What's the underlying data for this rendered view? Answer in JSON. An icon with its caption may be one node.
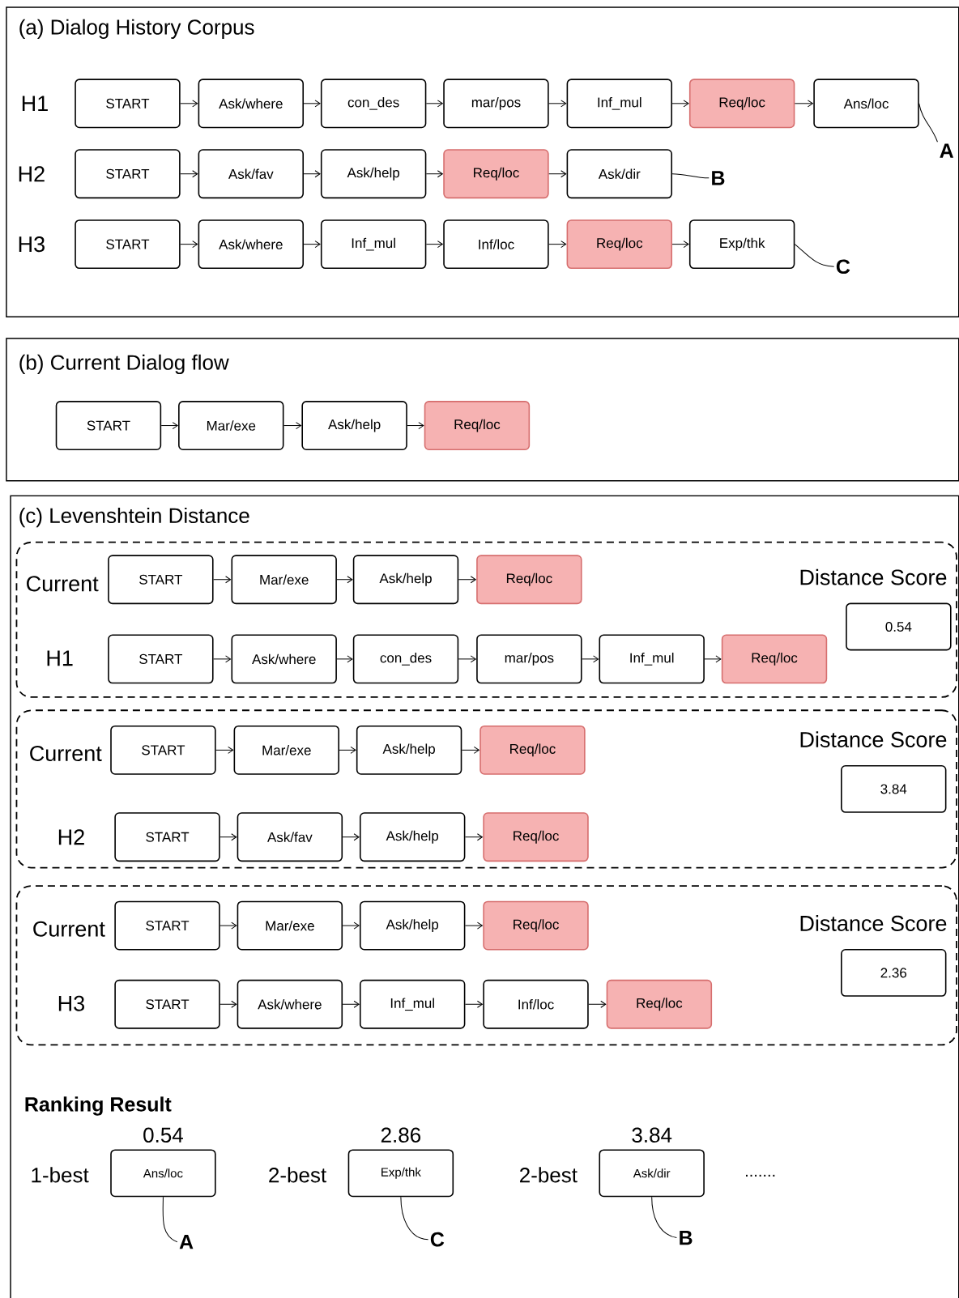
{
  "diagram": {
    "nodes": [
      {
        "text": [
          "(a) Dialog History Corpus"
        ]
      },
      {
        "text": [
          "START"
        ],
        "in": 0
      },
      {
        "text": [
          "Ask/where"
        ],
        "in": 0
      },
      {
        "text": [
          "con_des"
        ],
        "in": 0
      },
      {
        "text": [
          "mar/pos"
        ],
        "in": 0
      },
      {
        "text": [
          "Inf_mul"
        ],
        "in": 0
      },
      {
        "text": [
          "Req/loc"
        ],
        "in": 0
      },
      {
        "text": [
          "Ans/loc"
        ],
        "in": 0
      },
      {
        "text": [
          "A"
        ],
        "in": 0
      },
      {
        "text": [
          "START"
        ],
        "in": 0
      },
      {
        "text": [
          "Ask/fav"
        ],
        "in": 0
      },
      {
        "text": [
          "Ask/help"
        ],
        "in": 0
      },
      {
        "text": [
          "Req/loc"
        ],
        "in": 0
      },
      {
        "text": [
          "Ask/dir"
        ],
        "in": 0
      },
      {
        "text": [
          "B"
        ],
        "in": 0
      },
      {
        "text": [
          "START"
        ],
        "in": 0
      },
      {
        "text": [
          "Ask/where"
        ],
        "in": 0
      },
      {
        "text": [
          "Inf_mul"
        ],
        "in": 0
      },
      {
        "text": [
          "Inf/loc"
        ],
        "in": 0
      },
      {
        "text": [
          "Req/loc"
        ],
        "in": 0
      },
      {
        "text": [
          "Exp/thk"
        ],
        "in": 0
      },
      {
        "text": [
          "C"
        ],
        "in": 0
      },
      {
        "text": [
          "(b) Current Dialog flow"
        ]
      },
      {
        "text": [
          "START"
        ],
        "in": 22
      },
      {
        "text": [
          "Mar/exe"
        ],
        "in": 22
      },
      {
        "text": [
          "Ask/help"
        ],
        "in": 22
      },
      {
        "text": [
          "Req/loc"
        ],
        "in": 22
      },
      {
        "text": [
          "(c) Levenshtein Distance"
        ]
      },
      {
        "text": [],
        "shape": "box",
        "in": 27
      },
      {
        "text": [
          "START"
        ],
        "in": 28
      },
      {
        "text": [
          "Mar/exe"
        ],
        "in": 28
      },
      {
        "text": [
          "Ask/help"
        ],
        "in": 28
      },
      {
        "text": [
          "Req/loc"
        ],
        "in": 28
      },
      {
        "text": [
          "START"
        ],
        "in": 28
      },
      {
        "text": [
          "Ask/where"
        ],
        "in": 28
      },
      {
        "text": [
          "con_des"
        ],
        "in": 28
      },
      {
        "text": [
          "mar/pos"
        ],
        "in": 28
      },
      {
        "text": [
          "Inf_mul"
        ],
        "in": 28
      },
      {
        "text": [
          "Req/loc"
        ],
        "in": 28
      },
      {
        "text": [
          "0.54"
        ],
        "beside": [
          "Distance Score"
        ],
        "in": 28
      },
      {
        "text": [],
        "shape": "box",
        "in": 27
      },
      {
        "text": [
          "START"
        ],
        "in": 40
      },
      {
        "text": [
          "Mar/exe"
        ],
        "in": 40
      },
      {
        "text": [
          "Ask/help"
        ],
        "in": 40
      },
      {
        "text": [
          "Req/loc"
        ],
        "in": 40
      },
      {
        "text": [
          "START"
        ],
        "in": 40
      },
      {
        "text": [
          "Ask/fav"
        ],
        "in": 40
      },
      {
        "text": [
          "Ask/help"
        ],
        "in": 40
      },
      {
        "text": [
          "Req/loc"
        ],
        "in": 40
      },
      {
        "text": [
          "3.84"
        ],
        "beside": [
          "Distance Score"
        ],
        "in": 40
      },
      {
        "text": [],
        "shape": "box",
        "in": 27
      },
      {
        "text": [
          "START"
        ],
        "in": 50
      },
      {
        "text": [
          "Mar/exe"
        ],
        "in": 50
      },
      {
        "text": [
          "Ask/help"
        ],
        "in": 50
      },
      {
        "text": [
          "Req/loc"
        ],
        "in": 50
      },
      {
        "text": [
          "START"
        ],
        "in": 50
      },
      {
        "text": [
          "Ask/where"
        ],
        "in": 50
      },
      {
        "text": [
          "Inf_mul"
        ],
        "in": 50
      },
      {
        "text": [
          "Inf/loc"
        ],
        "in": 50
      },
      {
        "text": [
          "Req/loc"
        ],
        "in": 50
      },
      {
        "text": [
          "2.36"
        ],
        "beside": [
          "Distance Score"
        ],
        "in": 50
      },
      {
        "text": [
          "Ans/loc"
        ],
        "beside": [
          "0.54",
          "1-best"
        ],
        "in": 27
      },
      {
        "text": [
          "A"
        ],
        "in": 27
      },
      {
        "text": [
          "Exp/thk"
        ],
        "beside": [
          "2.86",
          "2-best"
        ],
        "in": 27
      },
      {
        "text": [
          "C"
        ],
        "in": 27
      },
      {
        "text": [
          "Ask/dir"
        ],
        "beside": [
          "3.84",
          "2-best"
        ],
        "in": 27
      },
      {
        "text": [
          "B"
        ],
        "in": 27
      }
    ],
    "edges": [
      {
        "from": 1,
        "to": 2,
        "arrow": "to"
      },
      {
        "from": 2,
        "to": 3,
        "arrow": "to"
      },
      {
        "from": 3,
        "to": 4,
        "arrow": "to"
      },
      {
        "from": 4,
        "to": 5,
        "arrow": "to"
      },
      {
        "from": 5,
        "to": 6,
        "arrow": "to"
      },
      {
        "from": 6,
        "to": 7,
        "arrow": "to"
      },
      {
        "from": 7,
        "to": 8,
        "arrow": "none"
      },
      {
        "from": 9,
        "to": 10,
        "arrow": "to"
      },
      {
        "from": 10,
        "to": 11,
        "arrow": "to"
      },
      {
        "from": 11,
        "to": 12,
        "arrow": "to"
      },
      {
        "from": 12,
        "to": 13,
        "arrow": "to"
      },
      {
        "from": 13,
        "to": 14,
        "arrow": "none"
      },
      {
        "from": 15,
        "to": 16,
        "arrow": "to"
      },
      {
        "from": 16,
        "to": 17,
        "arrow": "to"
      },
      {
        "from": 17,
        "to": 18,
        "arrow": "to"
      },
      {
        "from": 18,
        "to": 19,
        "arrow": "to"
      },
      {
        "from": 19,
        "to": 20,
        "arrow": "to"
      },
      {
        "from": 20,
        "to": 21,
        "arrow": "none"
      },
      {
        "from": 23,
        "to": 24,
        "arrow": "to"
      },
      {
        "from": 24,
        "to": 25,
        "arrow": "to"
      },
      {
        "from": 25,
        "to": 26,
        "arrow": "to"
      },
      {
        "from": 29,
        "to": 30,
        "arrow": "to"
      },
      {
        "from": 30,
        "to": 31,
        "arrow": "to"
      },
      {
        "from": 31,
        "to": 32,
        "arrow": "to"
      },
      {
        "from": 33,
        "to": 34,
        "arrow": "to"
      },
      {
        "from": 34,
        "to": 35,
        "arrow": "to"
      },
      {
        "from": 35,
        "to": 36,
        "arrow": "to"
      },
      {
        "from": 36,
        "to": 37,
        "arrow": "to"
      },
      {
        "from": 37,
        "to": 38,
        "arrow": "to"
      },
      {
        "from": 41,
        "to": 42,
        "arrow": "to"
      },
      {
        "from": 42,
        "to": 43,
        "arrow": "to"
      },
      {
        "from": 43,
        "to": 44,
        "arrow": "to"
      },
      {
        "from": 45,
        "to": 46,
        "arrow": "to"
      },
      {
        "from": 46,
        "to": 47,
        "arrow": "to"
      },
      {
        "from": 47,
        "to": 48,
        "arrow": "to"
      },
      {
        "from": 51,
        "to": 52,
        "arrow": "to"
      },
      {
        "from": 52,
        "to": 53,
        "arrow": "to"
      },
      {
        "from": 53,
        "to": 54,
        "arrow": "to"
      },
      {
        "from": 55,
        "to": 56,
        "arrow": "to"
      },
      {
        "from": 56,
        "to": 57,
        "arrow": "to"
      },
      {
        "from": 57,
        "to": 58,
        "arrow": "to"
      },
      {
        "from": 58,
        "to": 59,
        "arrow": "to"
      },
      {
        "from": 61,
        "to": 62,
        "arrow": "none"
      },
      {
        "from": 63,
        "to": 64,
        "arrow": "none"
      },
      {
        "from": 65,
        "to": 66,
        "arrow": "none"
      }
    ],
    "labels": [
      "H1",
      "H2",
      "H3",
      "Current",
      "H1",
      "Current",
      "H2",
      "Current",
      "H3",
      "Ranking Result",
      "......."
    ]
  }
}
